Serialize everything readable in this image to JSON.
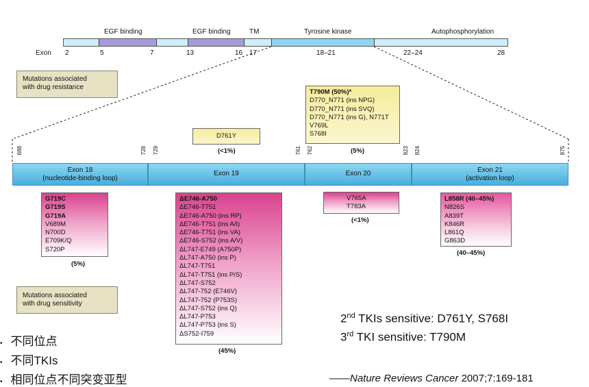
{
  "top_bar": {
    "domain_labels": {
      "egf1": "EGF binding",
      "egf2": "EGF binding",
      "tm": "TM",
      "tk": "Tyrosine kinase",
      "auto": "Autophosphorylation"
    },
    "exon_label": "Exon",
    "exon_numbers": [
      "2",
      "5",
      "7",
      "13",
      "16",
      "17",
      "18–21",
      "22–24",
      "28"
    ]
  },
  "legend": {
    "resistance": "Mutations associated\nwith drug resistance",
    "sensitivity": "Mutations associated\nwith drug sensitivity"
  },
  "positions": [
    "688",
    "728",
    "729",
    "761",
    "762",
    "823",
    "824",
    "875"
  ],
  "exons": {
    "e18": {
      "name": "Exon 18",
      "sub": "(nucleotide-binding loop)"
    },
    "e19": {
      "name": "Exon 19"
    },
    "e20": {
      "name": "Exon 20"
    },
    "e21": {
      "name": "Exon 21",
      "sub": "(activation loop)"
    }
  },
  "resistance_boxes": {
    "d761": {
      "items": [
        "D761Y"
      ],
      "pct": "(<1%)"
    },
    "t790": {
      "title": "T790M (50%)*",
      "items": [
        "D770_N771 (ins NPG)",
        "D770_N771 (ins SVQ)",
        "D770_N771 (ins G), N771T",
        "V769L",
        "S768I"
      ],
      "pct": "(5%)"
    }
  },
  "sensitivity_boxes": {
    "e18": {
      "bold_items": [
        "G719C",
        "G719S",
        "G719A"
      ],
      "items": [
        "V689M",
        "N700D",
        "E709K/Q",
        "S720P"
      ],
      "pct": "(5%)"
    },
    "e19": {
      "items": [
        "ΔE746-A750",
        "ΔE746-T751",
        "ΔE746-A750 (ins RP)",
        "ΔE746-T751 (ins A/I)",
        "ΔE746-T751 (ins VA)",
        "ΔE746-S752 (ins A/V)",
        "ΔL747-E749 (A750P)",
        "ΔL747-A750 (ins P)",
        "ΔL747-T751",
        "ΔL747-T751 (ins P/S)",
        "ΔL747-S752",
        "ΔL747-752 (E746V)",
        "ΔL747-752 (P753S)",
        "ΔL747-S752 (ins Q)",
        "ΔL747-P753",
        "ΔL747-P753 (ins S)",
        "ΔS752-I759"
      ],
      "pct": "(45%)"
    },
    "e20": {
      "items": [
        "V765A",
        "T783A"
      ],
      "pct": "(<1%)"
    },
    "e21": {
      "bold_items": [
        "L858R (40–45%)"
      ],
      "items": [
        "N826S",
        "A839T",
        "K846R",
        "L861Q",
        "G863D"
      ],
      "pct": "(40–45%)"
    }
  },
  "notes": {
    "tki2_prefix": "2",
    "tki2_sup": "nd",
    "tki2_text": " TKIs sensitive: D761Y, S768I",
    "tki3_prefix": "3",
    "tki3_sup": "rd",
    "tki3_text": " TKI sensitive: T790M"
  },
  "bullets": [
    "不同位点",
    "不同TKIs",
    "相同位点不同突变亚型"
  ],
  "citation": {
    "dash": "——",
    "journal": "Nature Reviews Cancer",
    "ref": " 2007;7:169-181"
  },
  "colors": {
    "tk_blue": "#8bd7f2",
    "egf_purple": "#a79be0",
    "pink": "#d9428e",
    "yellow": "#f6ec9c"
  }
}
